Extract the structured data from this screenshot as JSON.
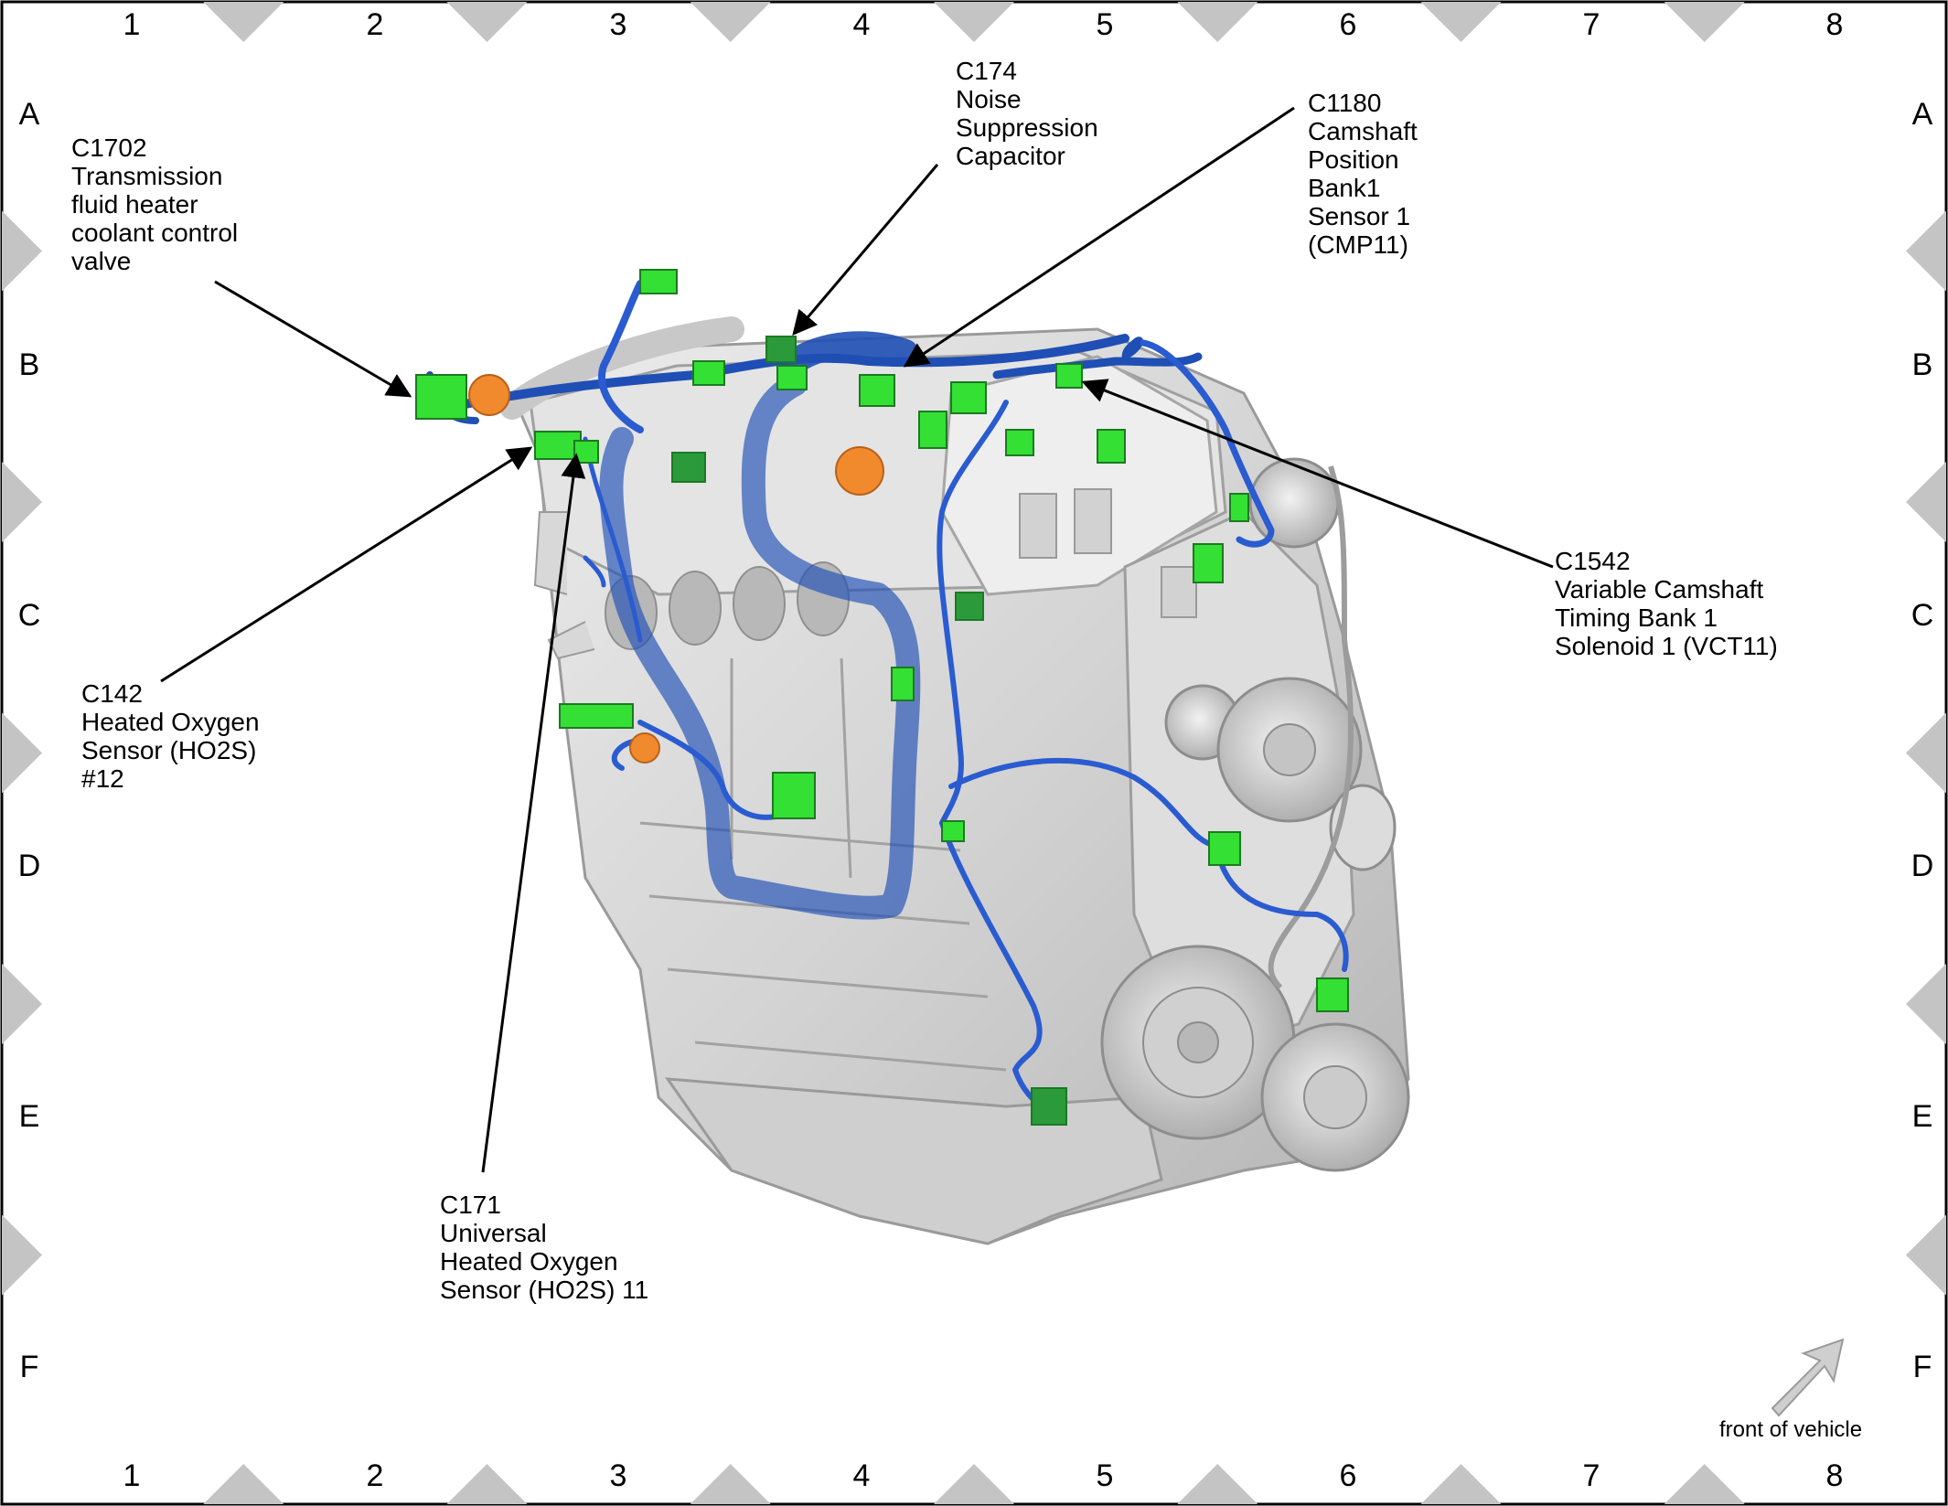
{
  "grid": {
    "columns": [
      "1",
      "2",
      "3",
      "4",
      "5",
      "6",
      "7",
      "8"
    ],
    "rows": [
      "A",
      "B",
      "C",
      "D",
      "E",
      "F"
    ]
  },
  "callouts": [
    {
      "id": "c1702",
      "code": "C1702",
      "lines": [
        "Transmission",
        "fluid heater",
        "coolant control",
        "valve"
      ]
    },
    {
      "id": "c174",
      "code": "C174",
      "lines": [
        "Noise",
        "Suppression",
        "Capacitor"
      ]
    },
    {
      "id": "c1180",
      "code": "C1180",
      "lines": [
        "Camshaft",
        "Position",
        "Bank1",
        "Sensor 1",
        "(CMP11)"
      ]
    },
    {
      "id": "c1542",
      "code": "C1542",
      "lines": [
        "Variable Camshaft",
        "Timing Bank 1",
        "Solenoid 1 (VCT11)"
      ]
    },
    {
      "id": "c142",
      "code": "C142",
      "lines": [
        "Heated Oxygen",
        "Sensor (HO2S)",
        "#12"
      ]
    },
    {
      "id": "c171",
      "code": "C171",
      "lines": [
        "Universal",
        "Heated Oxygen",
        "Sensor (HO2S) 11"
      ]
    }
  ],
  "orientation": {
    "label": "front of vehicle"
  },
  "colors": {
    "harness": "#1f4fb5",
    "harness_light": "#3a6ee0",
    "connector": "#33e033",
    "connector_dark": "#2a9a3a",
    "connector_orange": "#f08a2c",
    "engine": "#d6d6d6",
    "engine_dark": "#a8a8a8",
    "border_marker": "#c4c4c4"
  }
}
